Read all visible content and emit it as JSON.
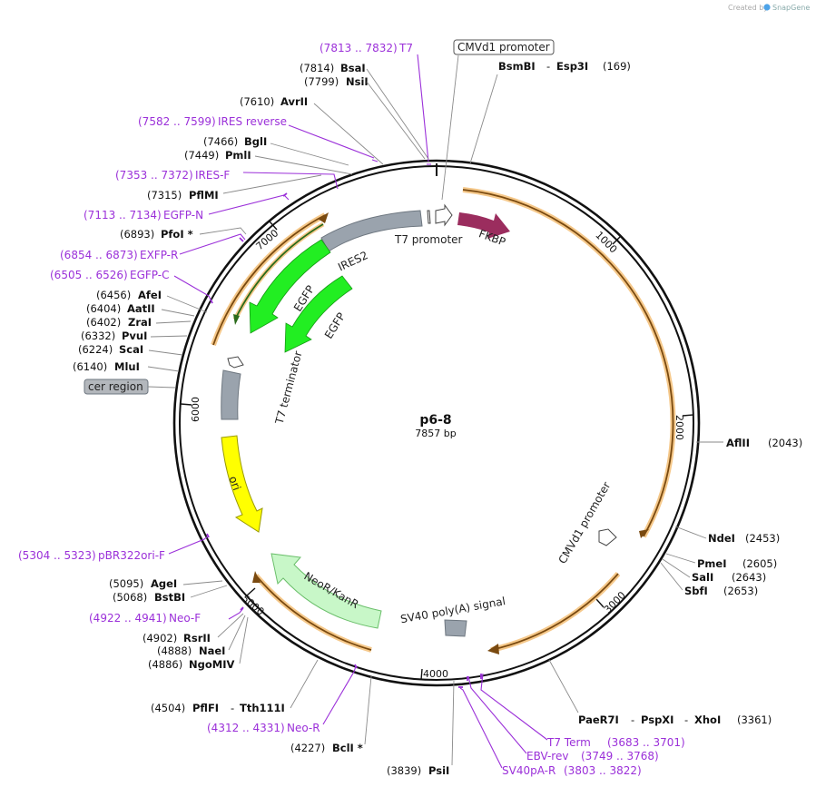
{
  "credit": "Created by",
  "brand": "SnapGene",
  "plasmid": {
    "name": "p6-8",
    "length_label": "7857 bp",
    "length": 7857
  },
  "ticks": [
    "1000",
    "2000",
    "3000",
    "4000",
    "5000",
    "6000",
    "7000"
  ],
  "enzymes_right": [
    {
      "name": "BsmBI",
      "sep": "-",
      "name2": "Esp3I",
      "pos": "(169)"
    },
    {
      "name": "AflII",
      "pos": "(2043)"
    },
    {
      "name": "NdeI",
      "pos": "(2453)"
    },
    {
      "name": "PmeI",
      "pos": "(2605)"
    },
    {
      "name": "SalI",
      "pos": "(2643)"
    },
    {
      "name": "SbfI",
      "pos": "(2653)"
    },
    {
      "name": "PaeR7I",
      "sep": "-",
      "name2": "PspXI",
      "sep2": "-",
      "name3": "XhoI",
      "pos": "(3361)"
    },
    {
      "name": "PsiI",
      "pos": "(3839)"
    },
    {
      "name": "BclI *",
      "pos": "(4227)"
    },
    {
      "name": "PflFI",
      "sep": "-",
      "name2": "Tth111I",
      "pos": "(4504)"
    }
  ],
  "enzymes_left": [
    {
      "name": "BsaI",
      "pos": "(7814)"
    },
    {
      "name": "NsiI",
      "pos": "(7799)"
    },
    {
      "name": "AvrII",
      "pos": "(7610)"
    },
    {
      "name": "BglI",
      "pos": "(7466)"
    },
    {
      "name": "PmlI",
      "pos": "(7449)"
    },
    {
      "name": "PflMI",
      "pos": "(7315)"
    },
    {
      "name": "PfoI *",
      "pos": "(6893)"
    },
    {
      "name": "AfeI",
      "pos": "(6456)"
    },
    {
      "name": "AatII",
      "pos": "(6404)"
    },
    {
      "name": "ZraI",
      "pos": "(6402)"
    },
    {
      "name": "PvuI",
      "pos": "(6332)"
    },
    {
      "name": "ScaI",
      "pos": "(6224)"
    },
    {
      "name": "MluI",
      "pos": "(6140)"
    },
    {
      "name": "AgeI",
      "pos": "(5095)"
    },
    {
      "name": "BstBI",
      "pos": "(5068)"
    },
    {
      "name": "RsrII",
      "pos": "(4902)"
    },
    {
      "name": "NaeI",
      "pos": "(4888)"
    },
    {
      "name": "NgoMIV",
      "pos": "(4886)"
    }
  ],
  "primers": [
    {
      "range": "(7813 .. 7832)",
      "name": "T7"
    },
    {
      "range": "(7582 .. 7599)",
      "name": "IRES reverse"
    },
    {
      "range": "(7353 .. 7372)",
      "name": "IRES-F"
    },
    {
      "range": "(7113 .. 7134)",
      "name": "EGFP-N"
    },
    {
      "range": "(6854 .. 6873)",
      "name": "EXFP-R"
    },
    {
      "range": "(6505 .. 6526)",
      "name": "EGFP-C"
    },
    {
      "range": "(5304 .. 5323)",
      "name": "pBR322ori-F"
    },
    {
      "range": "(4922 .. 4941)",
      "name": "Neo-F"
    },
    {
      "range": "(4312 .. 4331)",
      "name": "Neo-R"
    },
    {
      "range": "(3683 .. 3701)",
      "name": "T7 Term"
    },
    {
      "range": "(3749 .. 3768)",
      "name": "EBV-rev"
    },
    {
      "range": "(3803 .. 3822)",
      "name": "SV40pA-R"
    }
  ],
  "boxed_labels": {
    "cmv_top": "CMVd1 promoter",
    "cer": "cer region"
  },
  "features": {
    "t7_promoter": "T7 promoter",
    "fkbp": "FKBP",
    "ires2": "IRES2",
    "egfp_outer": "EGFP",
    "egfp_inner": "EGFP",
    "t7_terminator": "T7 terminator",
    "ori": "ori",
    "neo": "NeoR/KanR",
    "sv40": "SV40 poly(A) signal",
    "cmv_inner": "CMVd1 promoter"
  },
  "colors": {
    "backbone": "#111111",
    "orf": "#f5a623",
    "fkbp": "#9b2d5e",
    "egfp": "#22ee22",
    "ires": "#9aa3ad",
    "ori": "#ffff00",
    "neo": "#c8f7c8",
    "primer": "#9b30d9"
  }
}
